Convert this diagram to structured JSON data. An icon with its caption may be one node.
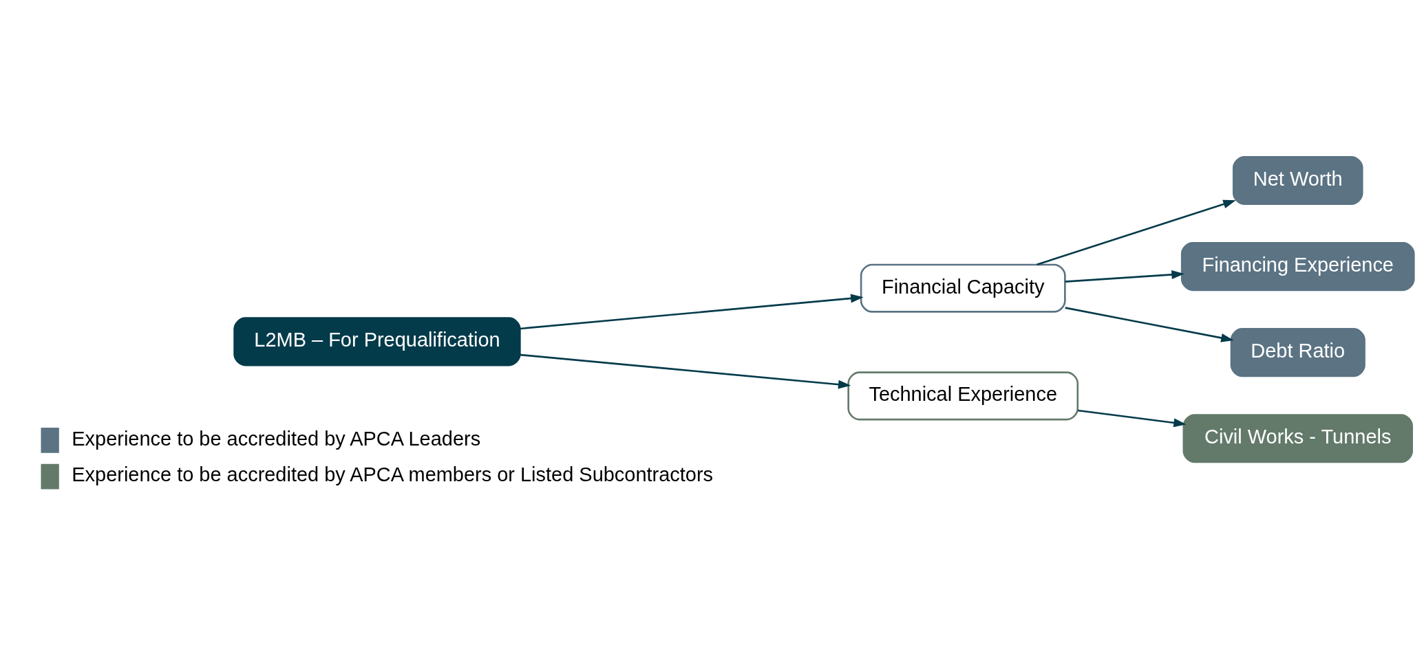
{
  "diagram": {
    "nodes": [
      {
        "text": [
          "L2MB – For Prequalification"
        ]
      },
      {
        "text": [
          "Financial Capacity"
        ]
      },
      {
        "text": [
          "Technical Experience"
        ]
      },
      {
        "text": [
          "Net Worth"
        ]
      },
      {
        "text": [
          "Financing Experience"
        ]
      },
      {
        "text": [
          "Debt Ratio"
        ]
      },
      {
        "text": [
          "Civil Works - Tunnels"
        ]
      }
    ],
    "edges": [
      {
        "from": 0,
        "to": 1,
        "arrow": "to"
      },
      {
        "from": 0,
        "to": 2,
        "arrow": "to"
      },
      {
        "from": 1,
        "to": 3,
        "arrow": "to"
      },
      {
        "from": 1,
        "to": 4,
        "arrow": "to"
      },
      {
        "from": 1,
        "to": 5,
        "arrow": "to"
      },
      {
        "from": 2,
        "to": 6,
        "arrow": "to"
      }
    ],
    "legend": [
      {
        "text": "Experience to be accredited by APCA Leaders",
        "color": "#5b7383"
      },
      {
        "text": "Experience to be accredited by APCA members or Listed Subcontractors",
        "color": "#637a6a"
      }
    ]
  }
}
